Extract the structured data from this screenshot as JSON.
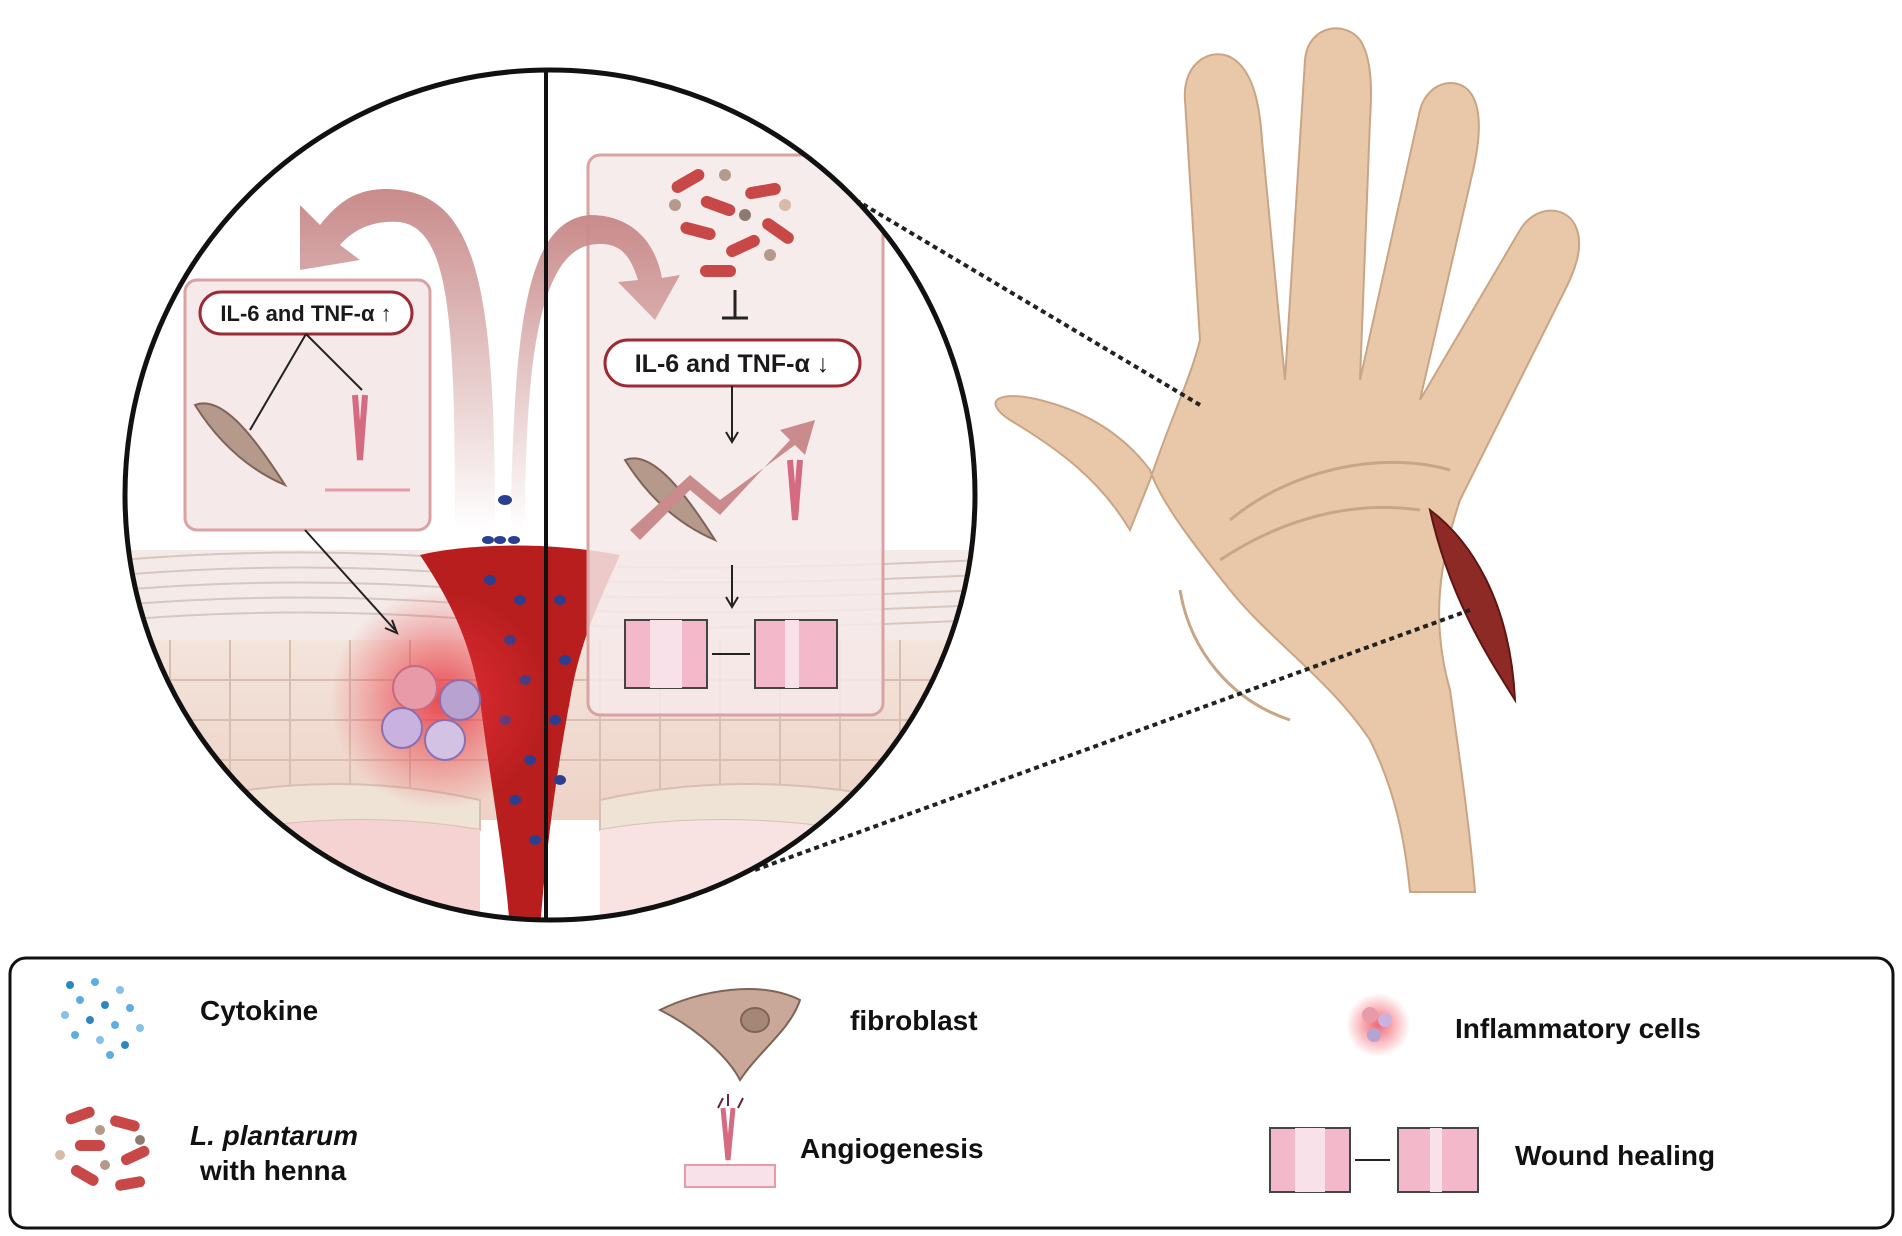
{
  "left_panel": {
    "cytokine_label": "IL-6 and TNF-α ↑"
  },
  "right_panel": {
    "cytokine_label": "IL-6 and TNF-α ↓"
  },
  "legend": {
    "cytokine": "Cytokine",
    "fibroblast": "fibroblast",
    "inflammatory_cells": "Inflammatory cells",
    "l_plantarum_line1": "L. plantarum",
    "l_plantarum_line2": "with henna",
    "angiogenesis": "Angiogenesis",
    "wound_healing": "Wound healing"
  },
  "colors": {
    "arrow": "#c98b8b",
    "blood": "#b81e1e",
    "skin": "#e8c8a8",
    "panel_border": "#d9a3a3",
    "pill_border": "#9c2b35"
  }
}
